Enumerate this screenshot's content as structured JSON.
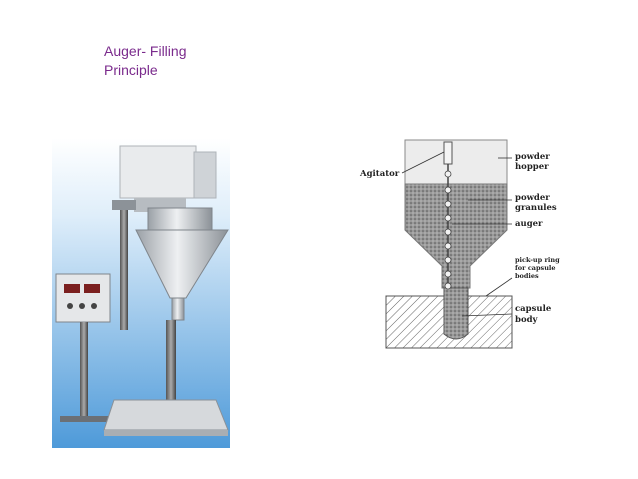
{
  "slide": {
    "title_lines": [
      "Auger- Filling",
      "Principle"
    ]
  },
  "diagram": {
    "labels": {
      "agitator": "Agitator",
      "powder_hopper_1": "powder",
      "powder_hopper_2": "hopper",
      "powder_granules_1": "powder",
      "powder_granules_2": "granules",
      "auger": "auger",
      "pickup_1": "pick-up ring",
      "pickup_2": "for capsule",
      "pickup_3": "bodies",
      "capsule_body_1": "capsule",
      "capsule_body_2": "body"
    }
  },
  "colors": {
    "title": "#7a2a8c",
    "photo_bg_top": "#ffffff",
    "photo_bg_bottom": "#5aa3e0",
    "machine_steel": "#c9ced3"
  }
}
